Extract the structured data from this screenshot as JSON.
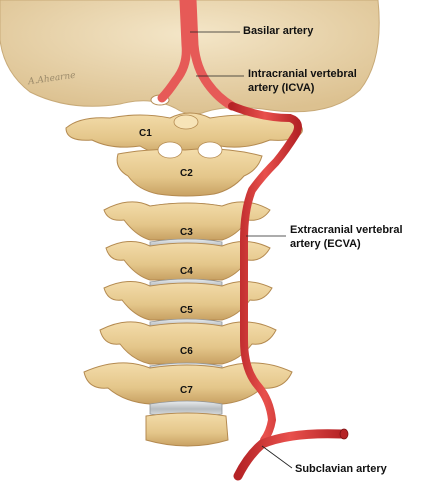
{
  "diagram": {
    "labels": {
      "basilar": "Basilar artery",
      "icva_line1": "Intracranial vertebral",
      "icva_line2": "artery (ICVA)",
      "ecva_line1": "Extracranial vertebral",
      "ecva_line2": "artery (ECVA)",
      "subclavian": "Subclavian artery"
    },
    "vertebrae": [
      "C1",
      "C2",
      "C3",
      "C4",
      "C5",
      "C6",
      "C7"
    ],
    "signature": "A.Ahearne"
  },
  "colors": {
    "bone": "#e9cf98",
    "bone_shadow": "#c9a46a",
    "skull": "#efdcb8",
    "disc": "#c9cccf",
    "artery": "#dc3a3a",
    "artery_dark": "#a81f22",
    "leader": "#222222"
  }
}
